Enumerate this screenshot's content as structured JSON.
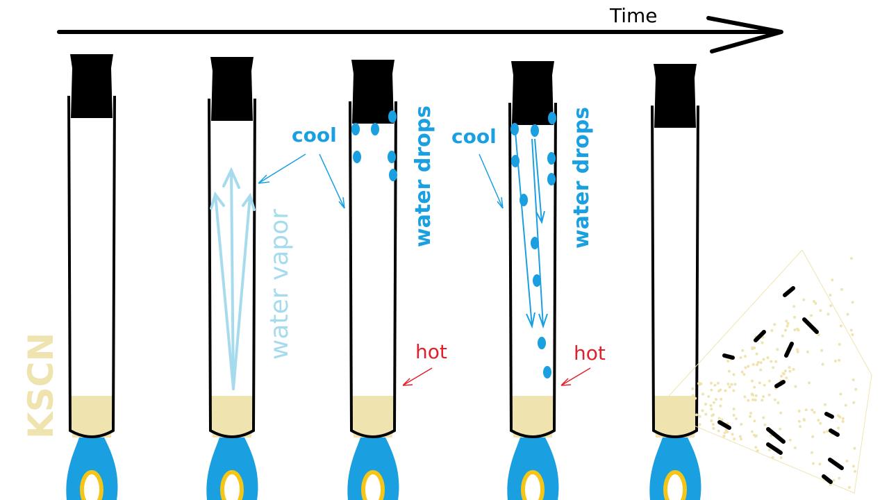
{
  "labels": {
    "time": "Time",
    "substance": "KSCN",
    "water_vapor": "water vapor",
    "cool_1": "cool",
    "cool_2": "cool",
    "water_drops_1": "water drops",
    "water_drops_2": "water drops",
    "hot_1": "hot",
    "hot_2": "hot"
  },
  "colors": {
    "water": "#1a9fe0",
    "vapor": "#a6dbee",
    "kscn": "#efe4b0",
    "hot": "#e0202a",
    "stopper": "#000000",
    "flame_inner": "#f5c518"
  }
}
